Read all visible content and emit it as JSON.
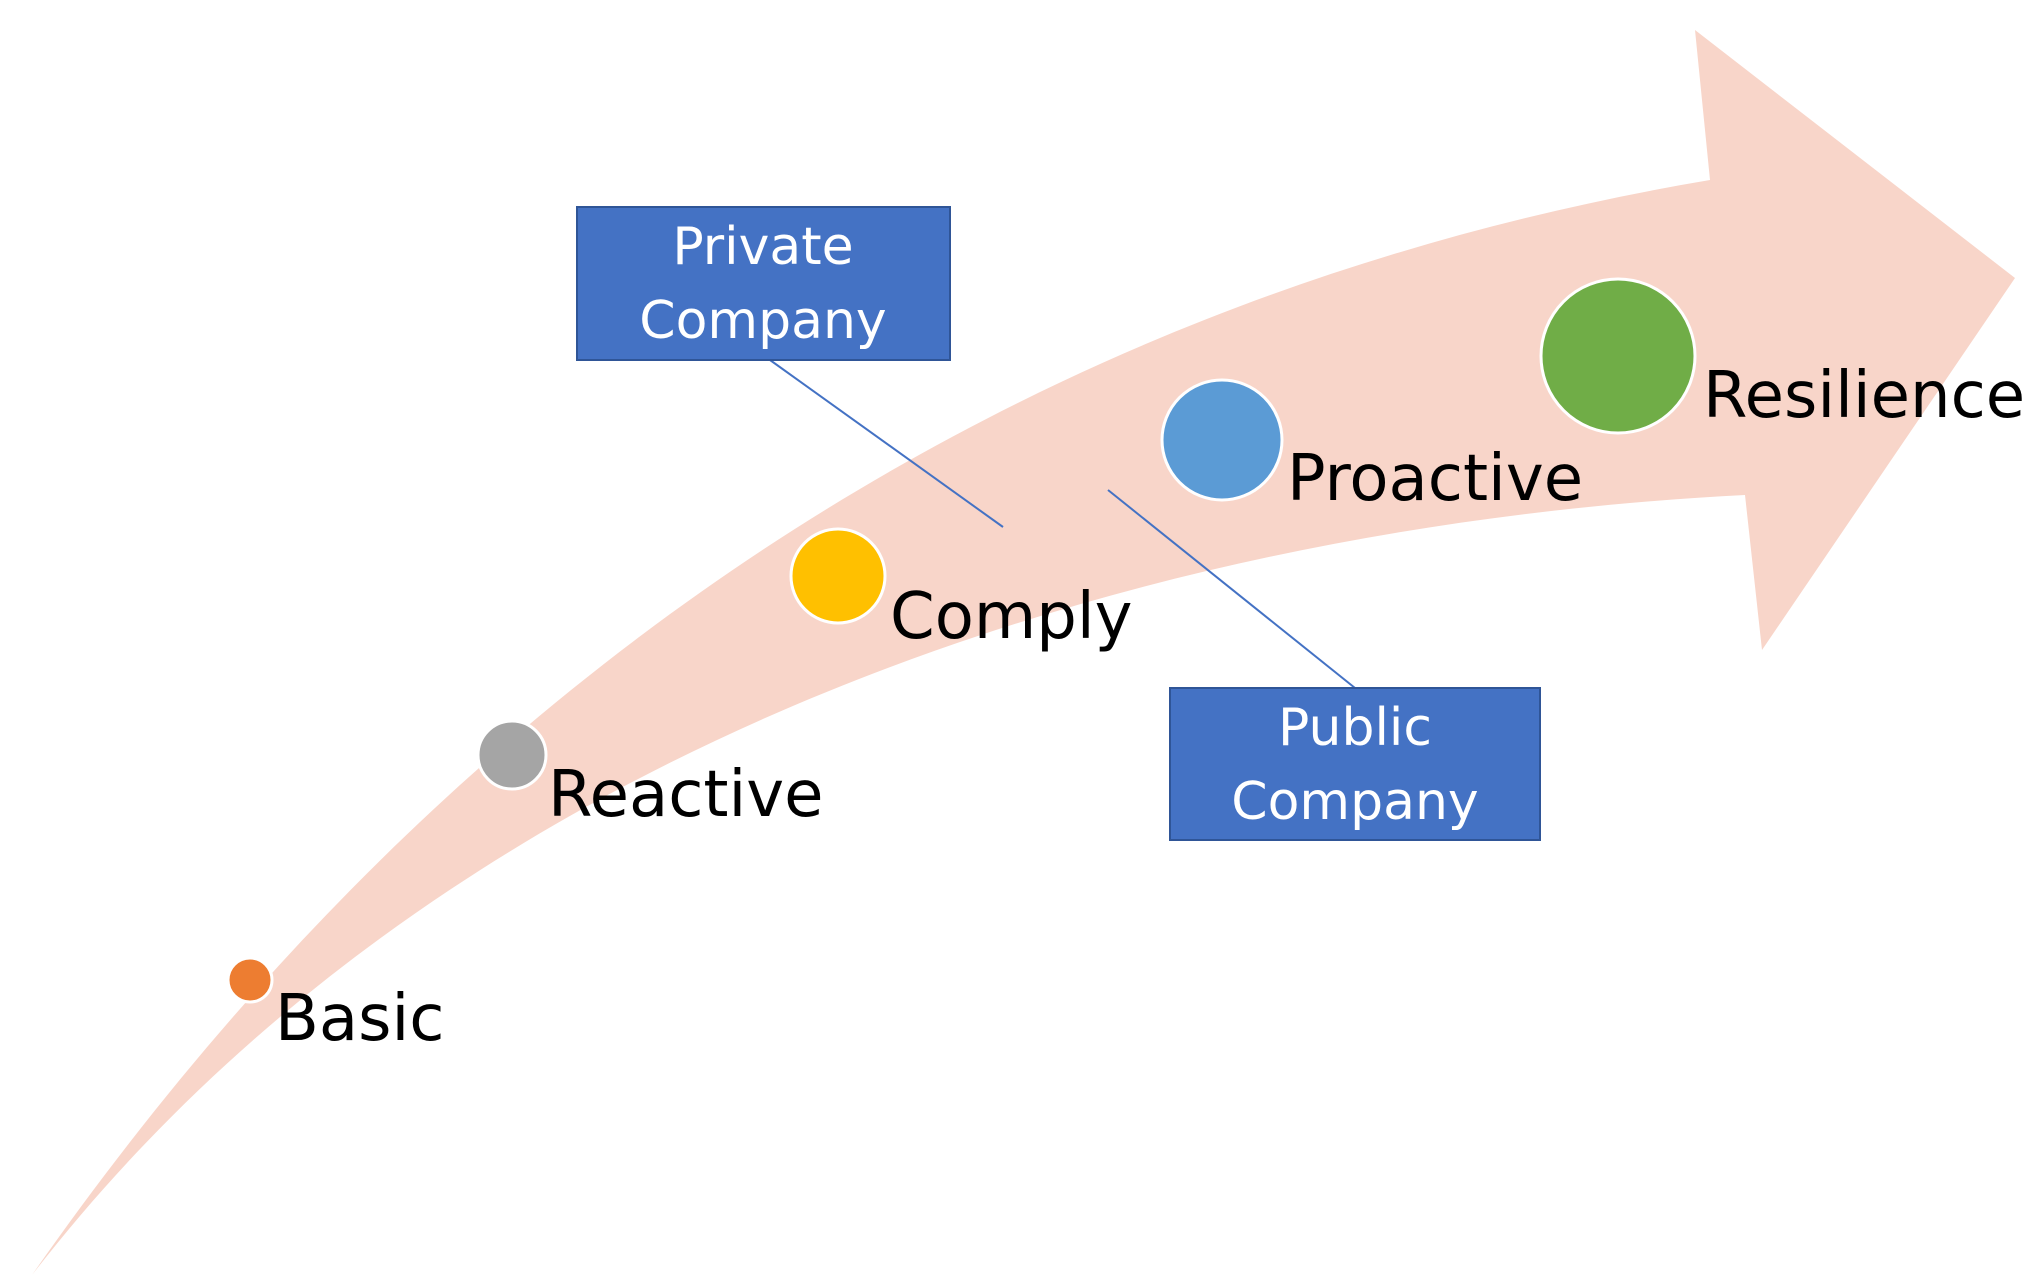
{
  "stages": [
    {
      "label": "Basic",
      "color": "#ED7D31"
    },
    {
      "label": "Reactive",
      "color": "#A5A5A5"
    },
    {
      "label": "Comply",
      "color": "#FFC000"
    },
    {
      "label": "Proactive",
      "color": "#5B9BD5"
    },
    {
      "label": "Resilience",
      "color": "#70AD47"
    }
  ],
  "callouts": {
    "private": {
      "line1": "Private",
      "line2": "Company"
    },
    "public": {
      "line1": "Public",
      "line2": "Company"
    }
  },
  "colors": {
    "arrow": "#F8D5C9",
    "box_fill": "#4472C4",
    "box_border": "#2F5597",
    "connector": "#4472C4"
  }
}
